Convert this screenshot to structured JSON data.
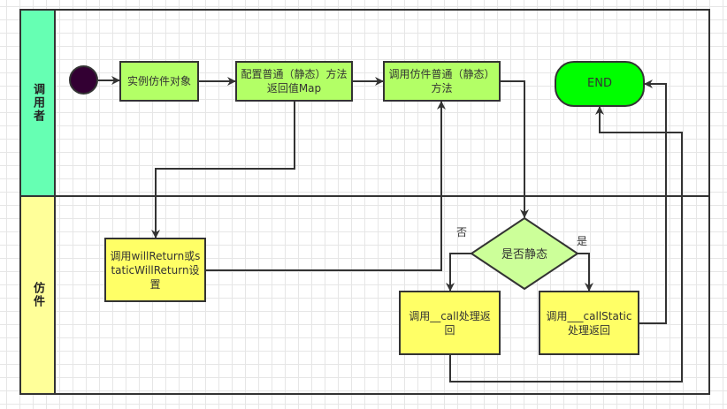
{
  "lanes": [
    {
      "label": "调用者",
      "color": "#66ffb3"
    },
    {
      "label": "仿件",
      "color": "#ffff99"
    }
  ],
  "nodes": {
    "start": {
      "type": "start"
    },
    "instantiate": {
      "label": "实例仿件对象"
    },
    "config": {
      "label": "配置普通（静态）方法返回值Map"
    },
    "invoke": {
      "label": "调用仿件普通（静态）方法"
    },
    "end": {
      "label": "END"
    },
    "will_return": {
      "label": "调用willReturn或staticWillReturn设置"
    },
    "decision": {
      "label": "是否静态"
    },
    "call": {
      "label": "调用__call处理返回"
    },
    "call_static": {
      "label": "调用___callStatic处理返回"
    }
  },
  "edge_labels": {
    "no": "否",
    "yes": "是"
  },
  "colors": {
    "process_green": "#b3ff66",
    "process_yellow": "#ffff66",
    "decision": "#ccff99",
    "end": "#00ff00",
    "start": "#330033",
    "stroke": "#333333"
  }
}
